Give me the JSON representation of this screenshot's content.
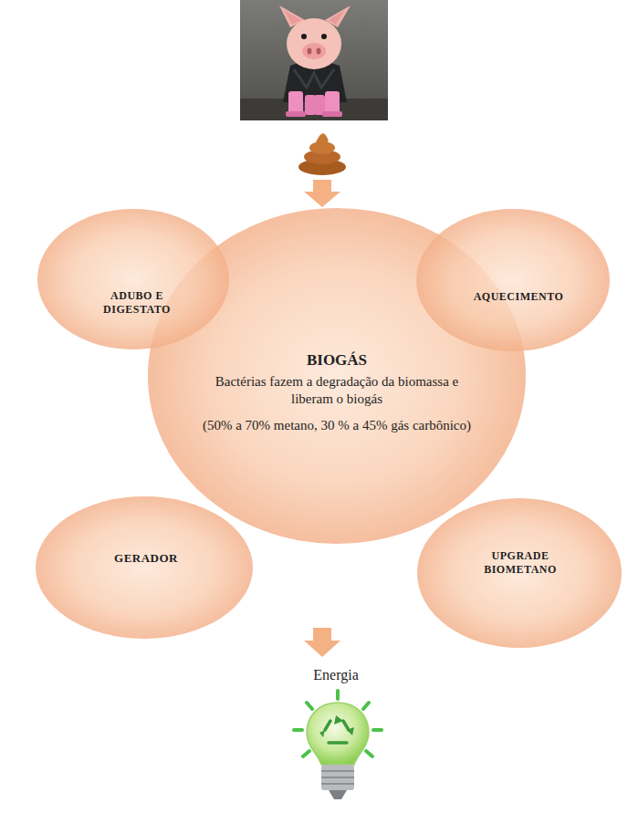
{
  "diagram": {
    "nodes": [
      {
        "text": [
          "BIOGÁS",
          "Bactérias fazem a degradação da biomassa e liberam o biogás",
          "(50% a 70% metano, 30 % a 45% gás carbônico)"
        ]
      },
      {
        "text": [
          "ADUBO E DIGESTATO"
        ]
      },
      {
        "text": [
          "AQUECIMENTO"
        ]
      },
      {
        "text": [
          "GERADOR"
        ]
      },
      {
        "text": [
          "UPGRADE BIOMETANO"
        ]
      }
    ],
    "labels": [
      "Energia"
    ]
  }
}
